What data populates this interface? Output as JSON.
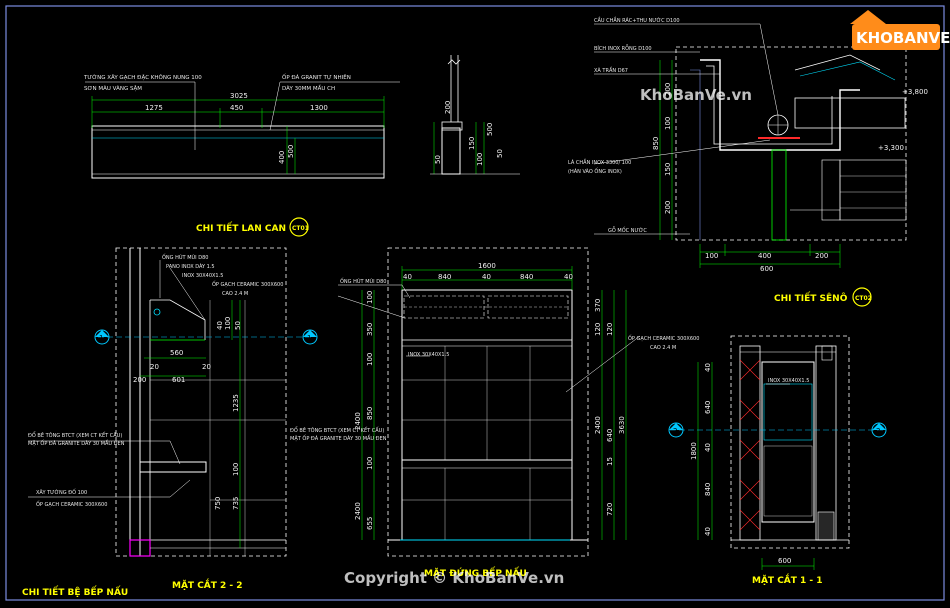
{
  "watermark": {
    "logo": "KHOBANVE",
    "site": "KhoBanVe.vn",
    "copyright": "Copyright © KhoBanVe.vn"
  },
  "colors": {
    "background": "#000000",
    "frame": "#7b8de0",
    "lines": "#ffffff",
    "title_text": "#ffff00",
    "dims": "#00ff00",
    "hatch": "#ff2a2a",
    "cyan": "#00e0ff",
    "magenta": "#ff00ff",
    "section_marker": "#00c8ff"
  },
  "railing_detail": {
    "title": "CHI TIẾT LAN CAN",
    "note_wall_1": "TƯỜNG XÂY GẠCH ĐẶC KHÔNG NUNG 100",
    "note_wall_2": "SƠN MÀU VÀNG SẬM",
    "note_stone_1": "ỐP ĐÁ GRANIT TỰ NHIÊN",
    "note_stone_2": "DÀY 30MM MẦU CH",
    "dim_total": "3025",
    "dim_a": "1275",
    "dim_b": "450",
    "dim_c": "1300",
    "dim_h1": "400",
    "dim_h2": "500",
    "dim_s1": "200",
    "dim_s2": "50",
    "dim_s3": "150",
    "dim_s4": "100",
    "dim_s5": "500",
    "dim_s6": "50"
  },
  "gutter_detail": {
    "title": "CHI TIẾT SÊNÔ",
    "note_1": "CẦU CHẮN RÁC+THU NƯỚC D100",
    "note_2": "BÍCH INOX RỖNG D100",
    "note_3": "XÀ TRẦN D67",
    "note_4": "LÁ CHẮN INOX 3300/ 100",
    "note_5": "(HÀN VÀO ỐNG INOX)",
    "note_6": "GỖ MỐC NƯỚC",
    "level_1": "+3,800",
    "level_2": "+3,300",
    "dims_bottom": [
      "100",
      "400",
      "200"
    ],
    "dim_total": "600",
    "dims_left": [
      "850",
      "200",
      "100",
      "150",
      "200"
    ]
  },
  "section_22": {
    "title": "MẶT CẮT 2 - 2",
    "note_1": "ỐNG HÚT MÙI D80",
    "note_2": "PANO INOX DÀY 1.5",
    "note_3": "INOX 30X40X1.5",
    "note_4": "ỐP GẠCH CERAMIC 300X600",
    "note_5": "CAO 2.4 M",
    "note_6": "ĐỔ BÊ TÔNG BTCT (XEM CT KẾT CẤU)",
    "note_7": "MẶT ỐP ĐÁ GRANITE DÀY 30 MẦU ĐEN",
    "note_8": "XÂY TƯỜNG ĐỐ 100",
    "note_9": "ỐP GẠCH CERAMIC 300X600",
    "dim_560": "560",
    "dim_601": "601",
    "dim_20a": "20",
    "dim_20b": "20",
    "dim_200": "200",
    "dim_1235": "1235",
    "dim_100": "100",
    "dim_735": "735",
    "dim_750": "750",
    "dim_v1": "100",
    "dim_v2": "50",
    "dim_v3": "40",
    "marker": "1"
  },
  "elevation": {
    "title": "MẶT ĐỨNG BẾP NẤU",
    "note_1": "ỐNG HÚT MÙI D80",
    "note_2": "INOX 30X40X1.5",
    "note_3": "ĐỔ BÊ TÔNG BTCT (XEM CT KẾT CẤU)",
    "note_4": "MẶT ỐP ĐÁ GRANITE DÀY 30 MẦU ĐEN",
    "note_5": "ỐP GẠCH CERAMIC 300X600",
    "note_6": "CAO 2.4 M",
    "dim_top": "1600",
    "dims_top_parts": [
      "40",
      "840",
      "40",
      "840",
      "40"
    ],
    "dims_left": [
      "2400",
      "100",
      "350",
      "100",
      "850",
      "100",
      "2400",
      "655"
    ],
    "dims_right": [
      "370",
      "120",
      "120",
      "2400",
      "3630",
      "640",
      "15",
      "720"
    ]
  },
  "section_11": {
    "title": "MẶT CẮT 1 - 1",
    "note_1": "INOX 30X40X1.5",
    "dims_left": [
      "40",
      "640",
      "1800",
      "40",
      "840",
      "40"
    ],
    "dim_bottom": "600",
    "marker_left": "2",
    "marker_right": "2"
  },
  "kitchen_counter": {
    "title": "CHI TIẾT BỆ BẾP NẤU"
  },
  "section_markers": [
    "1",
    "1"
  ],
  "badges": [
    "CT01",
    "CT02"
  ]
}
